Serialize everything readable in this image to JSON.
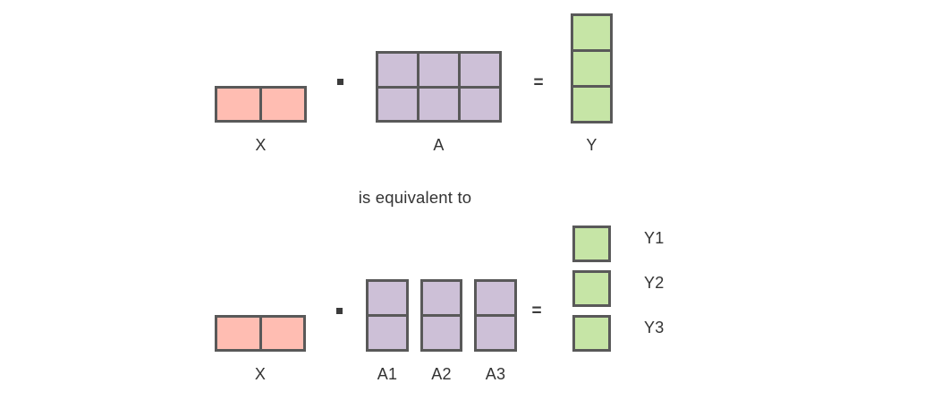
{
  "colors": {
    "pink_fill": "#ffbdb2",
    "purple_fill": "#cdc0d7",
    "green_fill": "#c6e5a6",
    "border": "#595959",
    "text": "#333333",
    "operator": "#3b3b3b"
  },
  "equivalence_text": "is equivalent to",
  "top_equation": {
    "x": {
      "label": "X",
      "rows": 1,
      "cols": 2,
      "fill": "pink_fill"
    },
    "dot_operator": "·",
    "a": {
      "label": "A",
      "rows": 2,
      "cols": 3,
      "fill": "purple_fill"
    },
    "equals": "=",
    "y": {
      "label": "Y",
      "rows": 3,
      "cols": 1,
      "fill": "green_fill"
    }
  },
  "bottom_equation": {
    "x": {
      "label": "X",
      "rows": 1,
      "cols": 2,
      "fill": "pink_fill"
    },
    "dot_operator": "·",
    "a_blocks": [
      {
        "label": "A1",
        "rows": 2,
        "cols": 1,
        "fill": "purple_fill"
      },
      {
        "label": "A2",
        "rows": 2,
        "cols": 1,
        "fill": "purple_fill"
      },
      {
        "label": "A3",
        "rows": 2,
        "cols": 1,
        "fill": "purple_fill"
      }
    ],
    "equals": "=",
    "y_blocks": [
      {
        "label": "Y1",
        "rows": 1,
        "cols": 1,
        "fill": "green_fill"
      },
      {
        "label": "Y2",
        "rows": 1,
        "cols": 1,
        "fill": "green_fill"
      },
      {
        "label": "Y3",
        "rows": 1,
        "cols": 1,
        "fill": "green_fill"
      }
    ]
  }
}
